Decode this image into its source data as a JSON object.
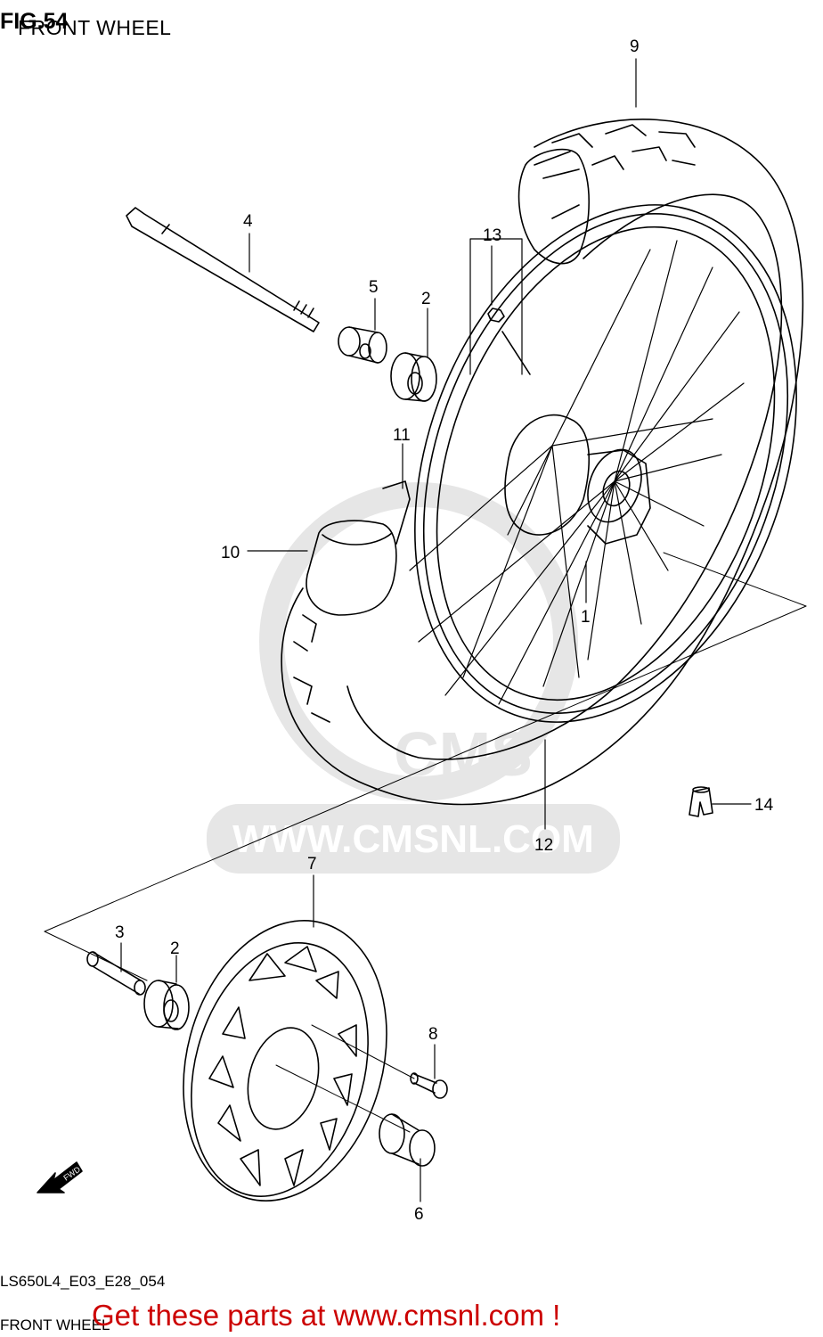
{
  "header": {
    "figure_number": "FIG.54",
    "figure_title": "FRONT WHEEL"
  },
  "watermark": {
    "text": "WWW.CMSNL.COM",
    "logo_text": "CMS",
    "color": "#e6e6e6"
  },
  "callouts": [
    {
      "id": "part-1",
      "label": "1"
    },
    {
      "id": "part-2a",
      "label": "2"
    },
    {
      "id": "part-2b",
      "label": "2"
    },
    {
      "id": "part-3",
      "label": "3"
    },
    {
      "id": "part-4",
      "label": "4"
    },
    {
      "id": "part-5",
      "label": "5"
    },
    {
      "id": "part-6",
      "label": "6"
    },
    {
      "id": "part-7",
      "label": "7"
    },
    {
      "id": "part-8",
      "label": "8"
    },
    {
      "id": "part-9",
      "label": "9"
    },
    {
      "id": "part-10",
      "label": "10"
    },
    {
      "id": "part-11",
      "label": "11"
    },
    {
      "id": "part-12",
      "label": "12"
    },
    {
      "id": "part-13",
      "label": "13"
    },
    {
      "id": "part-14",
      "label": "14"
    }
  ],
  "fwd_arrow_text": "FWD",
  "footer": {
    "diagram_code": "LS650L4_E03_E28_054",
    "title": "FRONT WHEEL",
    "promo_text": "Get these parts at www.cmsnl.com !",
    "promo_color": "#cc0000"
  }
}
